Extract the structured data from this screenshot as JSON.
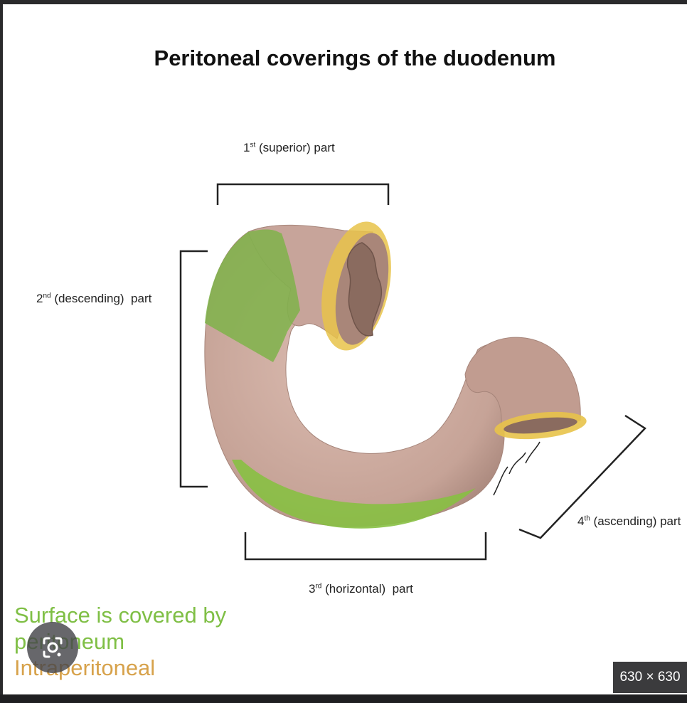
{
  "diagram": {
    "title": "Peritoneal coverings of the duodenum",
    "parts": {
      "superior": {
        "ord": "1",
        "sup": "st",
        "label": " (superior) part"
      },
      "descending": {
        "ord": "2",
        "sup": "nd",
        "label": " (descending)  part"
      },
      "horizontal": {
        "ord": "3",
        "sup": "rd",
        "label": " (horizontal)  part"
      },
      "ascending": {
        "ord": "4",
        "sup": "th",
        "label": " (ascending) part"
      }
    },
    "legend": {
      "line1": "Surface is covered by",
      "line2": "peritoneum",
      "line3": "Intraperitoneal"
    },
    "colors": {
      "tube": "#c9a79c",
      "green": "#7fb34a",
      "rim": "#e8c34a",
      "lumen": "#8a6b5f"
    }
  },
  "viewer": {
    "size_badge": "630 × 630",
    "lens_icon": "google-lens-icon"
  }
}
